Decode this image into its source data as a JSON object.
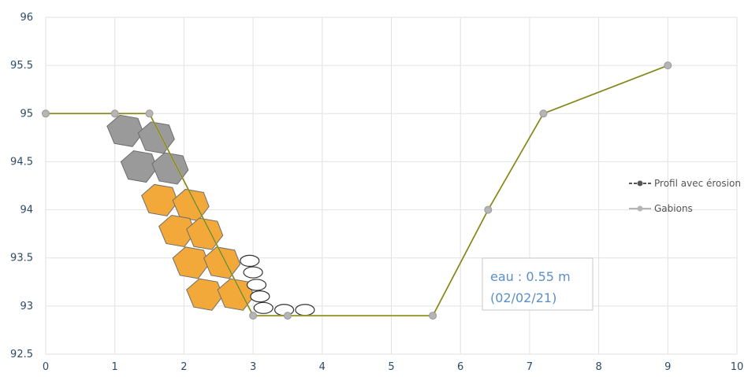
{
  "chart_data": {
    "type": "line",
    "title": "",
    "xlabel": "",
    "ylabel": "",
    "xlim": [
      0,
      10
    ],
    "ylim": [
      92.5,
      96
    ],
    "x_ticks": [
      "0",
      "1",
      "2",
      "3",
      "4",
      "5",
      "6",
      "7",
      "8",
      "9",
      "10"
    ],
    "y_ticks": [
      "92.5",
      "93",
      "93.5",
      "94",
      "94.5",
      "95",
      "95.5",
      "96"
    ],
    "grid": true,
    "legend_position": "right",
    "series": [
      {
        "name": "Profil avec érosion",
        "color": "#555555",
        "points": [
          [
            0,
            95
          ],
          [
            1,
            95
          ],
          [
            1.5,
            95
          ],
          [
            3,
            92.9
          ],
          [
            3.5,
            92.9
          ],
          [
            5.6,
            92.9
          ],
          [
            6.4,
            94
          ],
          [
            7.2,
            95
          ],
          [
            9,
            95.5
          ]
        ]
      },
      {
        "name": "Gabions",
        "color": "#b5b5b5",
        "points": [
          [
            0,
            95
          ],
          [
            1,
            95
          ],
          [
            1.5,
            95
          ],
          [
            3,
            92.9
          ],
          [
            3.5,
            92.9
          ],
          [
            5.6,
            92.9
          ],
          [
            6.4,
            94
          ],
          [
            7.2,
            95
          ],
          [
            9,
            95.5
          ]
        ]
      }
    ],
    "overlay_line_color": "#c8c820",
    "gabion_colors": {
      "upper": "#9a9a9a",
      "lower": "#f2a93a"
    },
    "annotation": {
      "line1": "eau : 0.55 m",
      "line2": "(02/02/21)",
      "color": "#5b8fc7"
    }
  }
}
